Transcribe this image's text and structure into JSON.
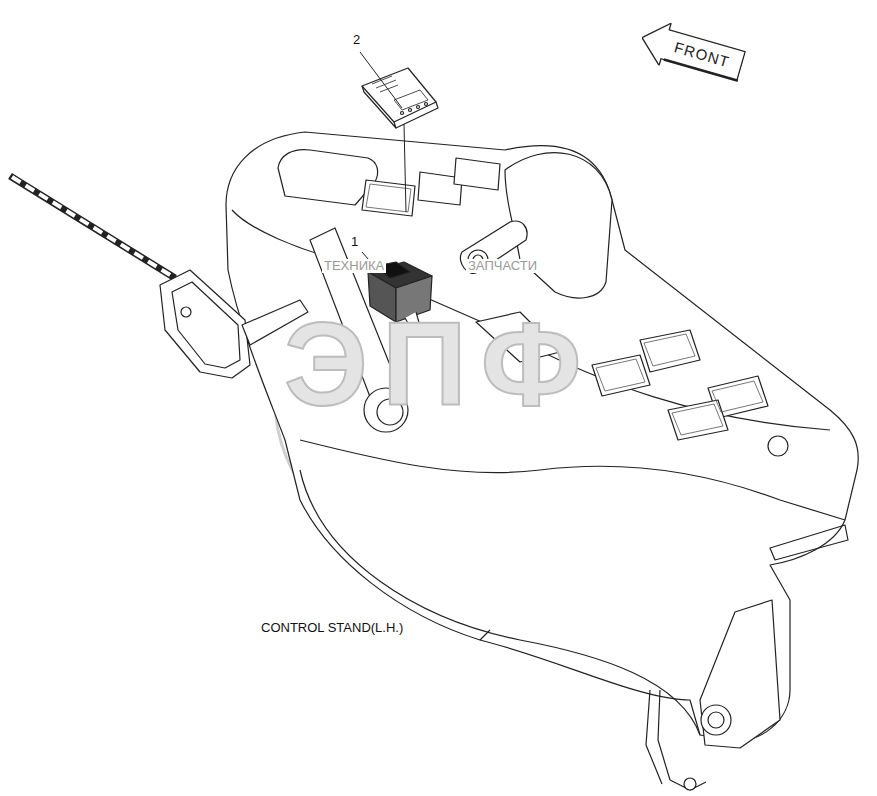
{
  "diagram": {
    "nodes": [
      {
        "text": [
          "FRONT"
        ]
      }
    ],
    "labels": [
      "2",
      "1",
      "CONTROL STAND(L.H.)",
      "ТЕХНИКА",
      "ЗАПЧАСТИ",
      "ЭПФ"
    ]
  }
}
